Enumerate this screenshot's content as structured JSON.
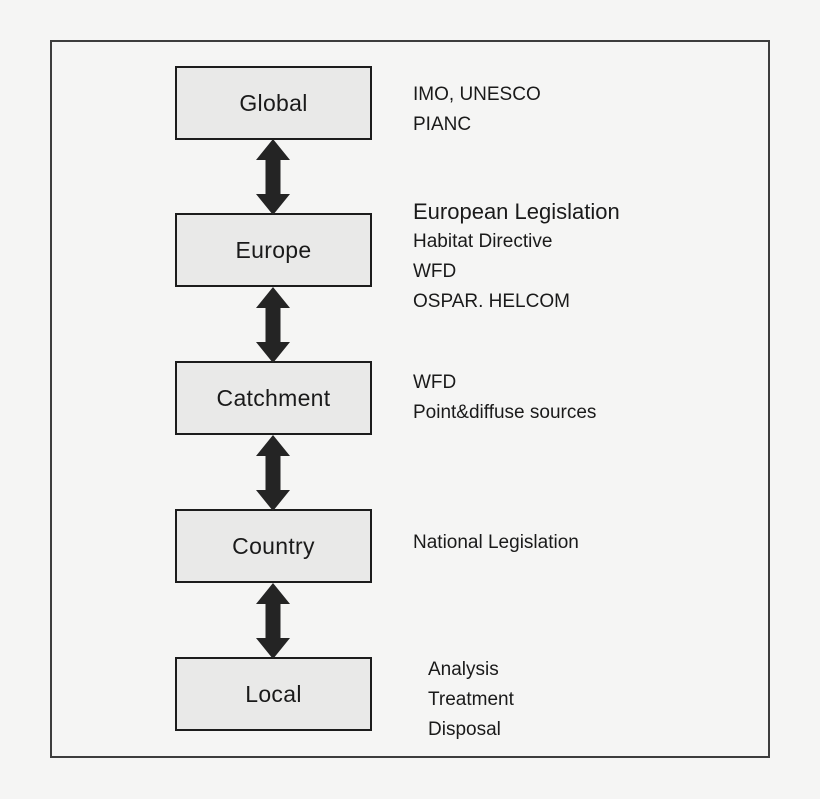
{
  "figure": {
    "levels": [
      {
        "label": "Global",
        "notes": [
          "IMO, UNESCO",
          "PIANC"
        ]
      },
      {
        "label": "Europe",
        "heading": "European Legislation",
        "notes": [
          "Habitat Directive",
          "WFD",
          "OSPAR. HELCOM"
        ]
      },
      {
        "label": "Catchment",
        "notes": [
          "WFD",
          "Point&diffuse sources"
        ]
      },
      {
        "label": "Country",
        "notes": [
          "National Legislation"
        ]
      },
      {
        "label": "Local",
        "notes": [
          "Analysis",
          "Treatment",
          "Disposal"
        ]
      }
    ],
    "colors": {
      "background": "#f5f5f4",
      "box_fill": "#e9e9e8",
      "box_border": "#1c1c1c",
      "frame_border": "#3d3d3d",
      "arrow": "#242424",
      "text": "#1a1a1a"
    }
  }
}
